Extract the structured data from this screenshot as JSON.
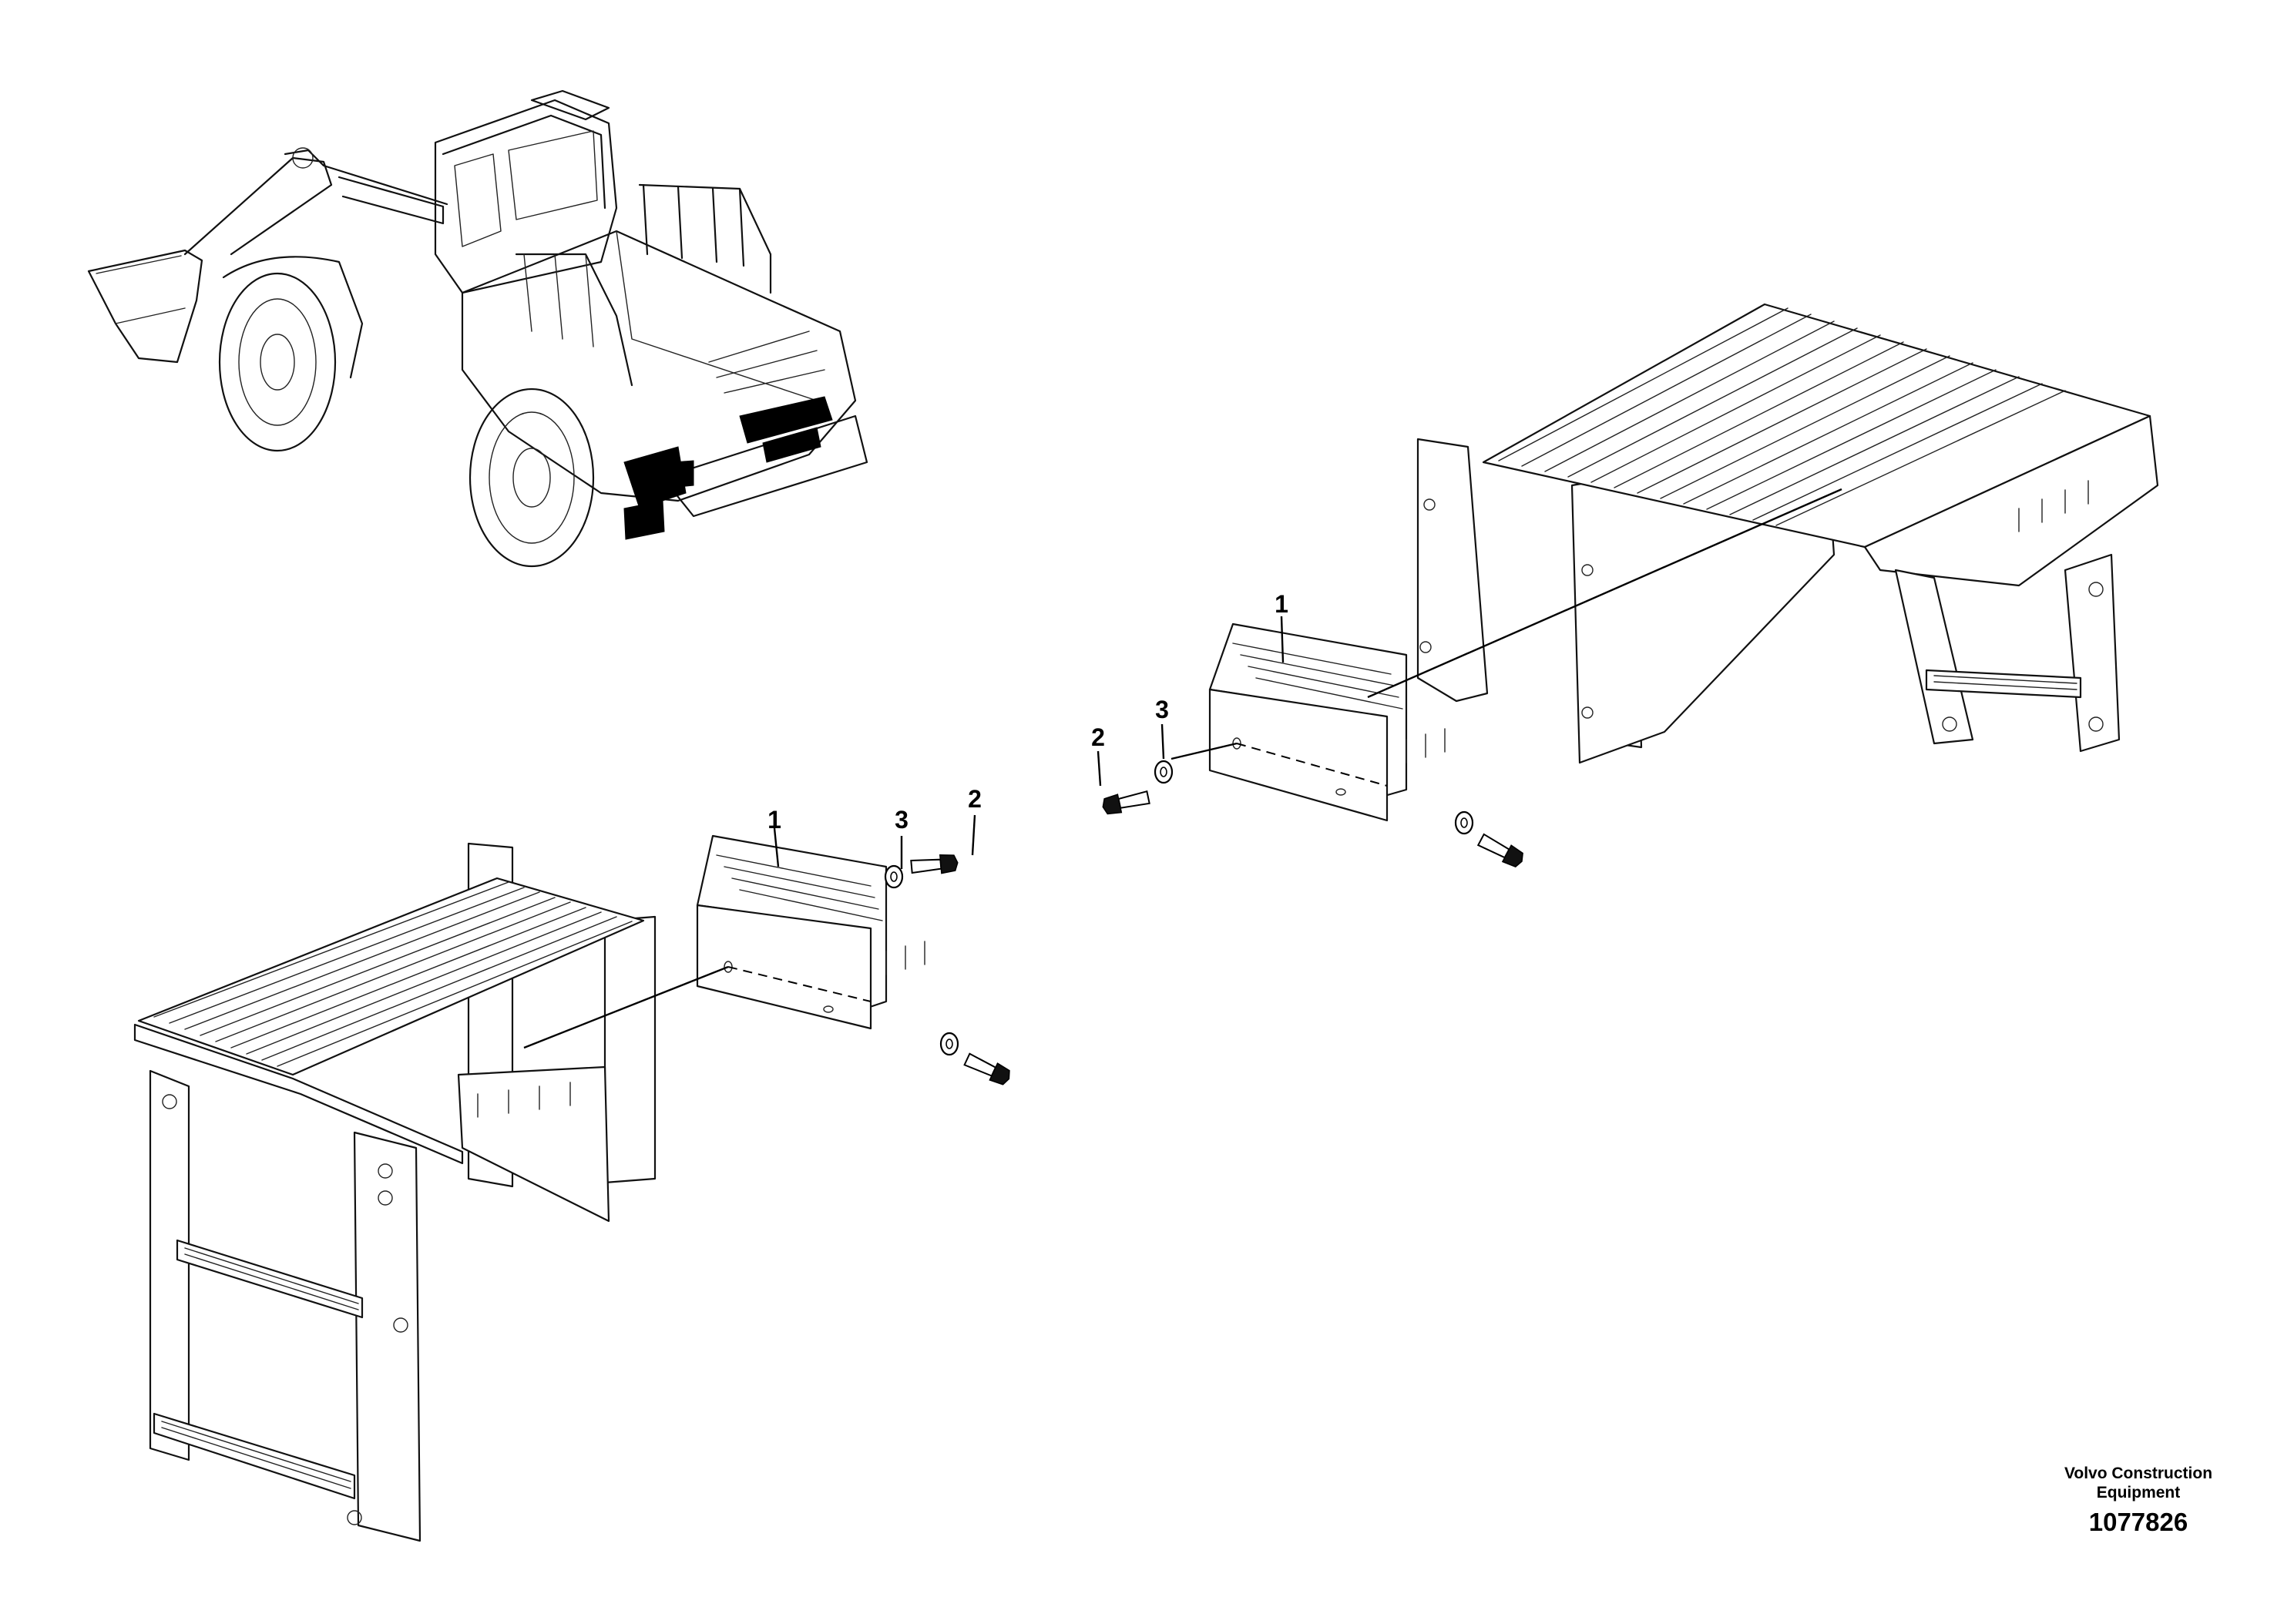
{
  "callouts": {
    "left_step": "1",
    "left_washer": "3",
    "left_bolt": "2",
    "right_step": "1",
    "right_washer": "3",
    "right_bolt": "2"
  },
  "footer": {
    "brand_line1": "Volvo Construction",
    "brand_line2": "Equipment",
    "drawing_number": "1077826"
  }
}
